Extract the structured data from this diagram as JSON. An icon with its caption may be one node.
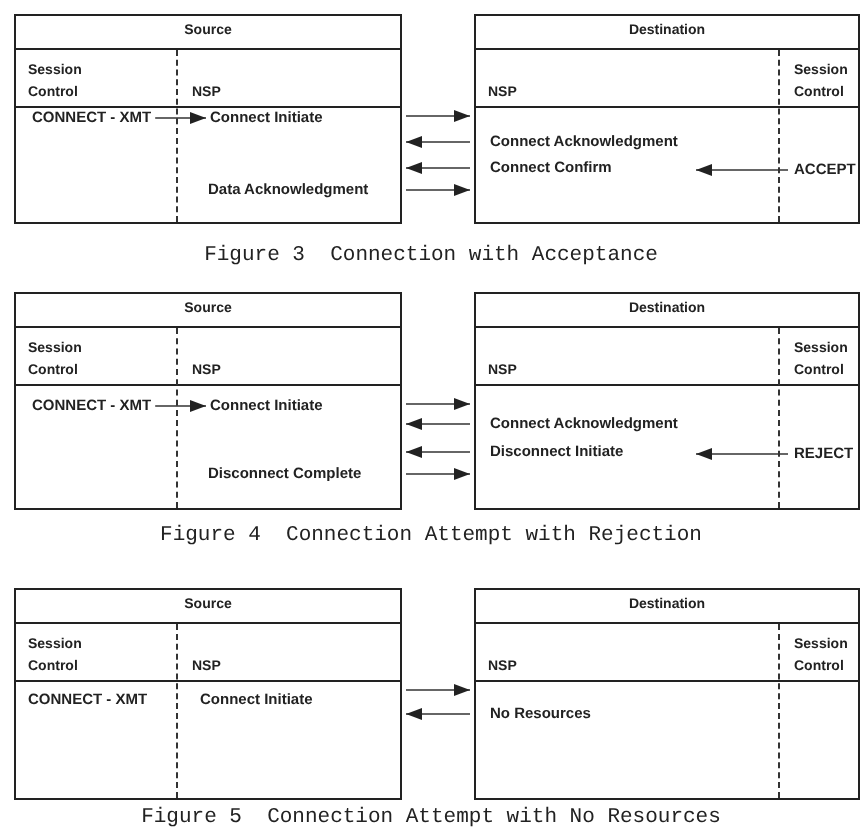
{
  "diagram": {
    "nodes": [
      {
        "text": [
          "Source",
          "Session Control",
          "NSP"
        ]
      },
      {
        "text": [
          "CONNECT - XMT"
        ],
        "in": 0
      },
      {
        "text": [
          "Connect Initiate"
        ],
        "in": 0
      },
      {
        "text": [
          "Destination",
          "NSP",
          "Session Control"
        ]
      },
      {
        "text": [
          "ACCEPT"
        ],
        "in": 3
      },
      {
        "text": [
          "Source",
          "Session Control",
          "NSP"
        ]
      },
      {
        "text": [
          "CONNECT - XMT"
        ],
        "in": 5
      },
      {
        "text": [
          "Connect Initiate"
        ],
        "in": 5
      },
      {
        "text": [
          "Destination",
          "NSP",
          "Session Control"
        ]
      },
      {
        "text": [
          "REJECT"
        ],
        "in": 8
      },
      {
        "text": [
          "Source",
          "Session Control",
          "NSP",
          "CONNECT - XMT",
          "Connect Initiate"
        ]
      },
      {
        "text": [
          "Destination",
          "NSP",
          "Session Control"
        ]
      }
    ],
    "edges": [
      {
        "from": 1,
        "to": 2,
        "arrow": "to"
      },
      {
        "from": 0,
        "to": 3,
        "arrow": "to"
      },
      {
        "from": 3,
        "to": 0,
        "arrow": "to",
        "label": "Connect Acknowledgment"
      },
      {
        "from": 3,
        "to": 0,
        "arrow": "to",
        "label": "Connect Confirm"
      },
      {
        "from": 0,
        "to": 3,
        "arrow": "to",
        "label": "Data Acknowledgment"
      },
      {
        "from": 4,
        "to": null,
        "arrow": "to"
      },
      {
        "from": 6,
        "to": 7,
        "arrow": "to"
      },
      {
        "from": 5,
        "to": 8,
        "arrow": "to"
      },
      {
        "from": 8,
        "to": 5,
        "arrow": "to",
        "label": "Connect Acknowledgment"
      },
      {
        "from": 8,
        "to": 5,
        "arrow": "to",
        "label": "Disconnect Initiate"
      },
      {
        "from": 5,
        "to": 8,
        "arrow": "to",
        "label": "Disconnect Complete"
      },
      {
        "from": 9,
        "to": null,
        "arrow": "to"
      },
      {
        "from": 10,
        "to": 11,
        "arrow": "to"
      },
      {
        "from": 11,
        "to": 10,
        "arrow": "to",
        "label": "No Resources"
      }
    ],
    "labels": [
      "Figure 3  Connection with Acceptance",
      "Figure 4  Connection Attempt with Rejection",
      "Figure 5  Connection Attempt with No Resources"
    ]
  }
}
